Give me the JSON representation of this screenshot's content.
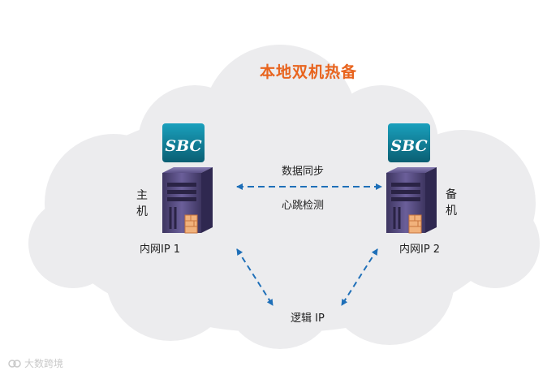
{
  "diagram": {
    "title": "本地双机热备",
    "primary": {
      "logo_text": "SBC",
      "role": "主机",
      "role_chars": [
        "主",
        "机"
      ],
      "ip_label": "内网IP 1"
    },
    "backup": {
      "logo_text": "SBC",
      "role": "备机",
      "role_chars": [
        "备",
        "机"
      ],
      "ip_label": "内网IP 2"
    },
    "link_labels": {
      "sync": "数据同步",
      "heartbeat": "心跳检测",
      "logical_ip": "逻辑 IP"
    },
    "colors": {
      "title": "#e8641e",
      "arrow": "#1e6fb8",
      "cloud": "#ececee",
      "server_body": "#5a4f86",
      "logo_bg": "#0f7d95"
    }
  },
  "watermark": {
    "text": "大数跨境"
  }
}
